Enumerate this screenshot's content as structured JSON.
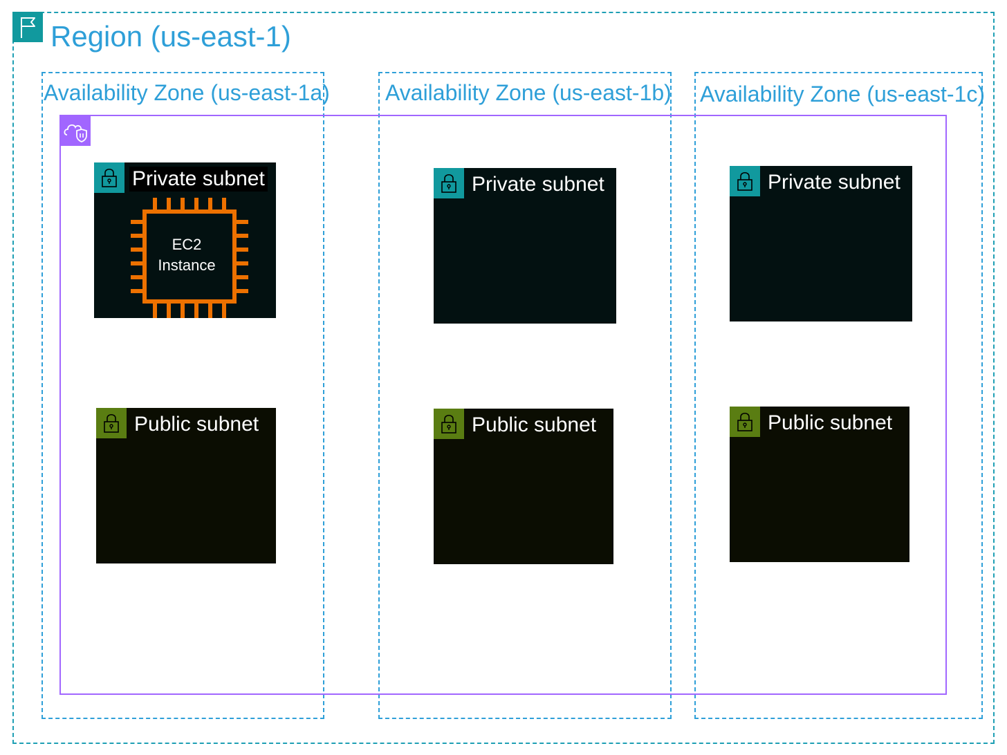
{
  "region": {
    "label": "Region (us-east-1)",
    "icon": "flag-icon"
  },
  "availability_zones": [
    {
      "label": "Availability Zone (us-east-1a)"
    },
    {
      "label": "Availability Zone (us-east-1b)"
    },
    {
      "label": "Availability Zone (us-east-1c)"
    }
  ],
  "vpc": {
    "icon": "vpc-cloud-shield-icon"
  },
  "subnets": {
    "private_label": "Private subnet",
    "public_label": "Public subnet",
    "icon": "lock-icon"
  },
  "ec2": {
    "line1": "EC2",
    "line2": "Instance",
    "icon": "chip-icon"
  },
  "colors": {
    "region_border": "#1e9fb4",
    "region_text": "#2e9fd8",
    "az_border": "#2e9fd8",
    "vpc_border": "#a166ff",
    "private_icon_bg": "#11999e",
    "public_icon_bg": "#5a7d12",
    "private_fill": "#031111",
    "public_fill": "#0b0d02",
    "ec2_orange": "#ed7100"
  }
}
